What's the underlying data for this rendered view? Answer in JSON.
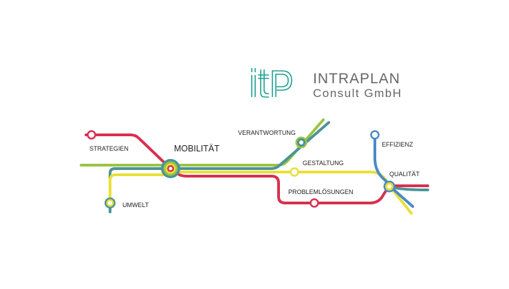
{
  "company": {
    "name_line1": "INTRAPLAN",
    "name_line2": "Consult GmbH",
    "logo_text": "ITP"
  },
  "colors": {
    "red": "#d8304e",
    "green": "#9ac440",
    "teal": "#4a9498",
    "yellow": "#eadf38",
    "blue": "#4a8ac8",
    "logo": "#1aa090",
    "text": "#666666"
  },
  "stations": {
    "strategien": "STRATEGIEN",
    "mobilitaet": "MOBILITÄT",
    "umwelt": "UMWELT",
    "verantwortung": "VERANTWORTUNG",
    "gestaltung": "GESTALTUNG",
    "problemloesungen": "PROBLEMLÖSUNGEN",
    "effizienz": "EFFIZIENZ",
    "qualitaet": "QUALITÄT"
  }
}
